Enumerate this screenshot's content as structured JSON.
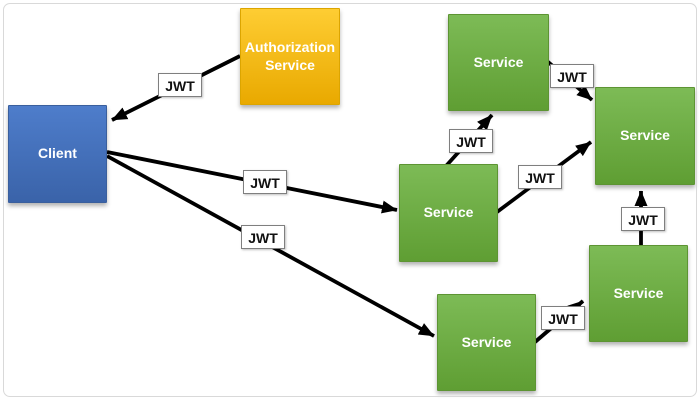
{
  "nodes": {
    "client": {
      "label": "Client",
      "fill": "#4472C4"
    },
    "authorization_service": {
      "label": "Authorization Service",
      "fill": "#FFC000"
    },
    "service_top": {
      "label": "Service",
      "fill": "#70AD47"
    },
    "service_right": {
      "label": "Service",
      "fill": "#70AD47"
    },
    "service_middle": {
      "label": "Service",
      "fill": "#70AD47"
    },
    "service_bottom_middle": {
      "label": "Service",
      "fill": "#70AD47"
    },
    "service_bottom_right": {
      "label": "Service",
      "fill": "#70AD47"
    }
  },
  "edges": [
    {
      "from": "authorization_service",
      "to": "client",
      "label": "JWT"
    },
    {
      "from": "client",
      "to": "service_middle",
      "label": "JWT"
    },
    {
      "from": "client",
      "to": "service_bottom_middle",
      "label": "JWT"
    },
    {
      "from": "service_middle",
      "to": "service_top",
      "label": "JWT"
    },
    {
      "from": "service_top",
      "to": "service_right",
      "label": "JWT"
    },
    {
      "from": "service_middle",
      "to": "service_right",
      "label": "JWT"
    },
    {
      "from": "service_bottom_right",
      "to": "service_right",
      "label": "JWT"
    },
    {
      "from": "service_bottom_middle",
      "to": "service_bottom_right",
      "label": "JWT"
    }
  ],
  "colors": {
    "client_blue": "#4472C4",
    "service_green": "#70AD47",
    "authorization_gold": "#FFC000",
    "arrow": "#000000",
    "label_border": "#7F7F7F",
    "canvas_border": "#D9D9D9"
  }
}
